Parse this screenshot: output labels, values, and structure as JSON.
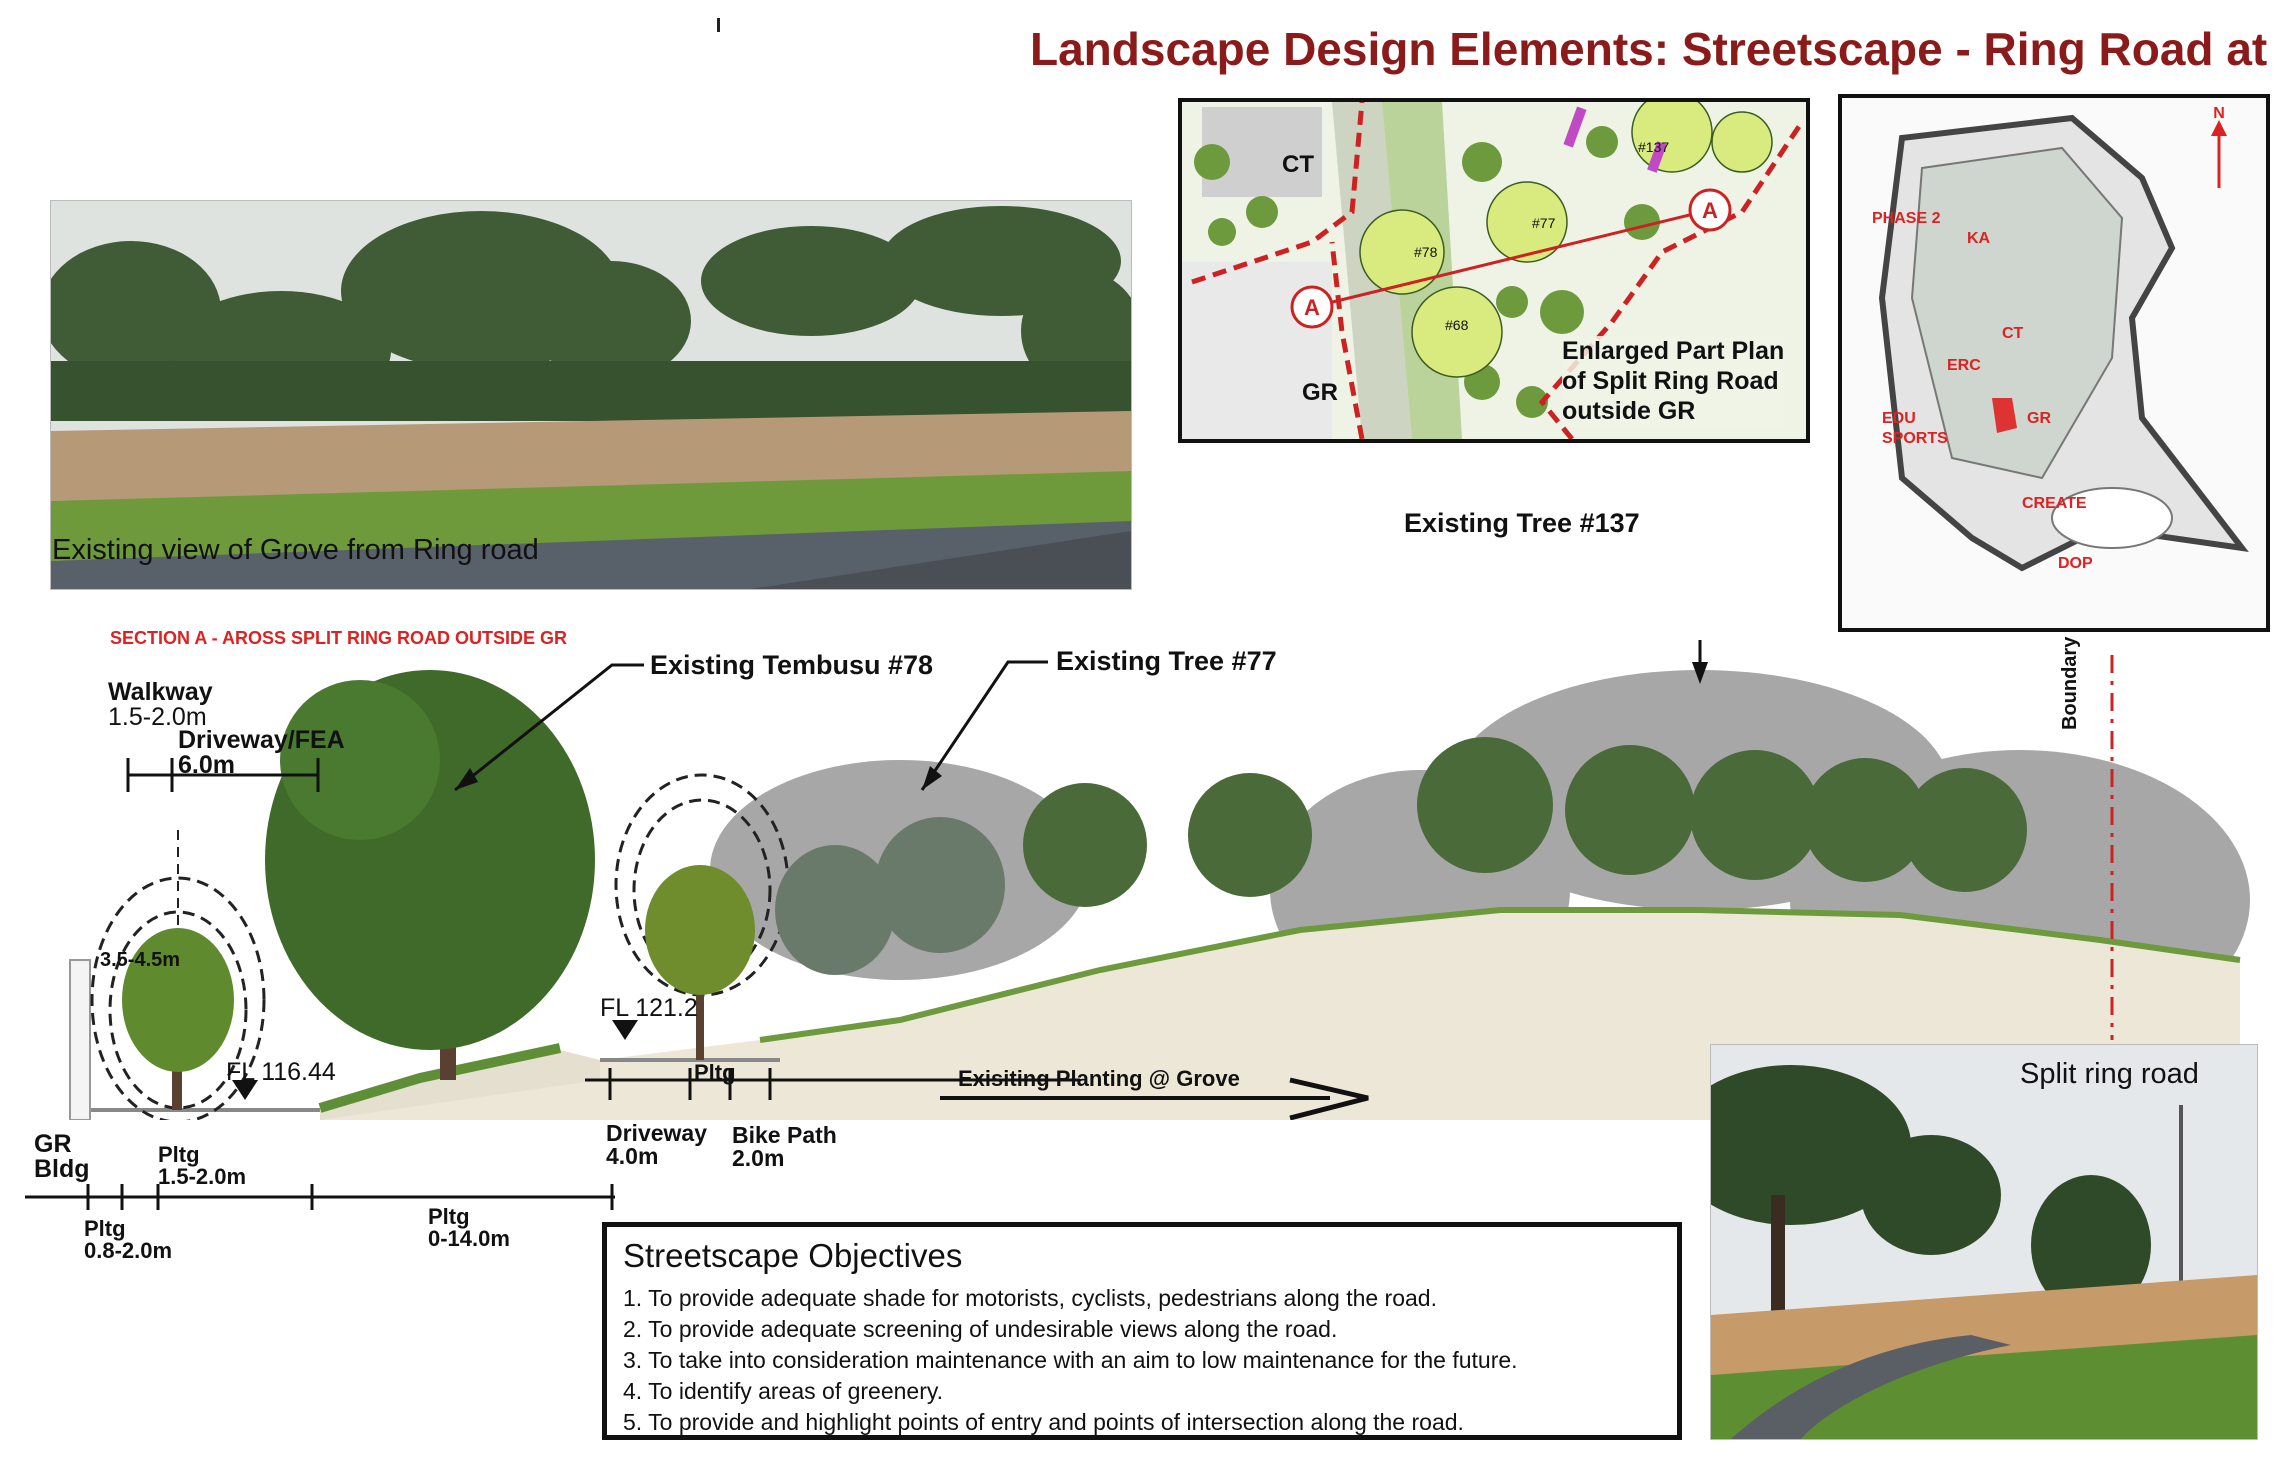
{
  "title": "Landscape Design Elements: Streetscape - Ring Road at GR",
  "photo_top": {
    "caption": "Existing view of Grove from Ring road"
  },
  "photo_bottom": {
    "caption": "Split ring road"
  },
  "plan_inset": {
    "labels": {
      "ct": "CT",
      "gr": "GR",
      "section_a": "A",
      "tree_78": "#78",
      "tree_77": "#77",
      "tree_68": "#68",
      "tree_137": "#137"
    },
    "caption_lines": [
      "Enlarged Part Plan",
      "of Split Ring Road",
      "outside GR"
    ]
  },
  "key_map": {
    "north": "N",
    "zones": [
      "PHASE 2",
      "KA",
      "CT",
      "ERC",
      "EDU",
      "SPORTS",
      "GR",
      "CREATE",
      "DOP"
    ]
  },
  "section": {
    "heading": "SECTION A - AROSS SPLIT RING ROAD OUTSIDE GR",
    "walkway": [
      "Walkway",
      "1.5-2.0m"
    ],
    "driveway_fea": [
      "Driveway/FEA",
      "6.0m"
    ],
    "crown": "3.5-4.5m",
    "fl_1": "FL 116.44",
    "fl_2": "FL 121.2",
    "gr_bldg": [
      "GR",
      "Bldg"
    ],
    "pltg_a": [
      "Pltg",
      "1.5-2.0m"
    ],
    "pltg_b": [
      "Pltg",
      "0.8-2.0m"
    ],
    "pltg_c": [
      "Pltg",
      "0-14.0m"
    ],
    "pltg_d": "Pltg",
    "driveway": [
      "Driveway",
      "4.0m"
    ],
    "bike_path": [
      "Bike Path",
      "2.0m"
    ],
    "planting_arrow": "Exisiting Planting @ Grove",
    "boundary": "Boundary",
    "callouts": {
      "tembusu": "Existing Tembusu #78",
      "tree77": "Existing Tree #77",
      "tree137": "Existing Tree #137"
    }
  },
  "objectives": {
    "title": "Streetscape Objectives",
    "items": [
      "1. To provide adequate shade for motorists, cyclists, pedestrians along the road.",
      "2. To provide adequate screening of undesirable views along the road.",
      "3. To take into consideration maintenance with an aim to low maintenance for the future.",
      "4. To identify areas of greenery.",
      "5. To provide and highlight points of entry and points of intersection along the road."
    ]
  },
  "colors": {
    "title": "#8b1a1a",
    "accent_red": "#d22222"
  }
}
